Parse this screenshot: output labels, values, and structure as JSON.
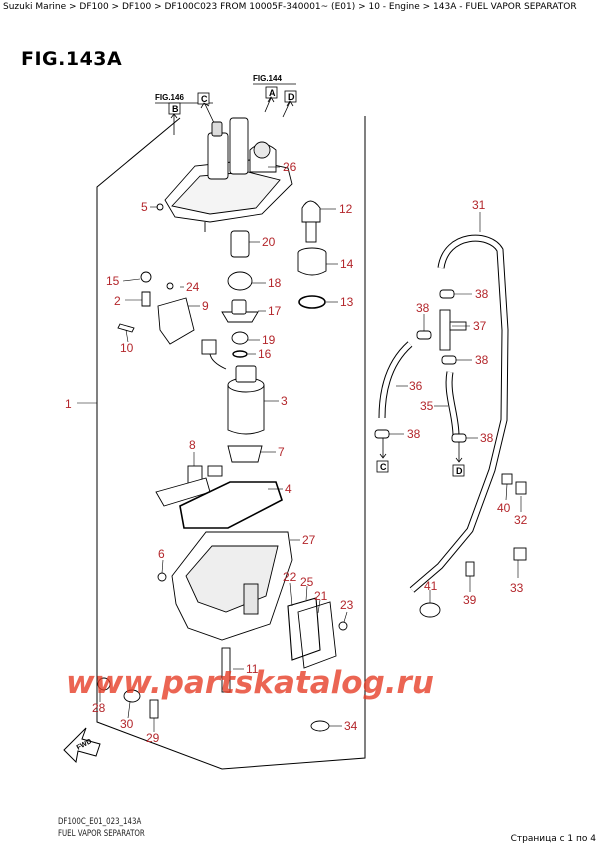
{
  "breadcrumb": "Suzuki Marine > DF100 > DF100 > DF100C023 FROM 10005F-340001~ (E01) > 10 - Engine > 143A - FUEL VAPOR SEPARATOR",
  "figure": {
    "title": "FIG.143A",
    "refs": [
      "FIG.146",
      "FIG.144"
    ],
    "connectors": [
      "B",
      "C",
      "A",
      "D"
    ],
    "footer_code": "DF100C_E01_023_143A",
    "footer_name": "FUEL VAPOR SEPARATOR"
  },
  "callouts": {
    "p1": "1",
    "p2": "2",
    "p3": "3",
    "p4": "4",
    "p5": "5",
    "p6": "6",
    "p7": "7",
    "p8": "8",
    "p9": "9",
    "p10": "10",
    "p11": "11",
    "p12": "12",
    "p13": "13",
    "p14": "14",
    "p15": "15",
    "p16": "16",
    "p17": "17",
    "p18": "18",
    "p19": "19",
    "p20": "20",
    "p21": "21",
    "p22": "22",
    "p23": "23",
    "p25": "25",
    "p26": "26",
    "p27": "27",
    "p28": "28",
    "p29": "29",
    "p30": "30",
    "p31": "31",
    "p32": "32",
    "p33": "33",
    "p34": "34",
    "p35": "35",
    "p36": "36",
    "p37": "37",
    "p38a": "38",
    "p38b": "38",
    "p38c": "38",
    "p38d": "38",
    "p38e": "38",
    "p39": "39",
    "p40": "40",
    "p41": "41",
    "p24": "24"
  },
  "outlets": {
    "c": "C",
    "d": "D"
  },
  "watermark": "www.partskatalog.ru",
  "pagination": "Страница с 1 по 4",
  "colors": {
    "callout": "#b3262b",
    "watermark": "#e63a24",
    "line": "#000000"
  }
}
